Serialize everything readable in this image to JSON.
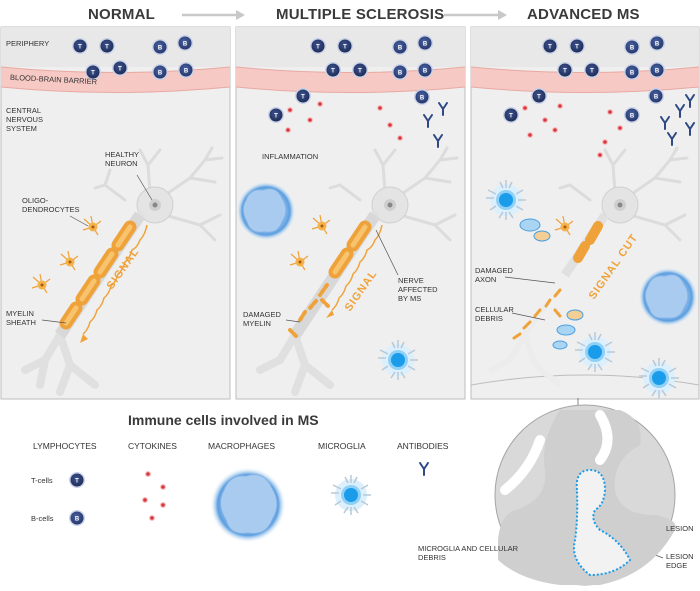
{
  "headers": {
    "normal": "NORMAL",
    "ms": "MULTIPLE SCLEROSIS",
    "advanced": "ADVANCED MS"
  },
  "panel1": {
    "periphery": "PERIPHERY",
    "bbb": "BLOOD-BRAIN BARRIER",
    "cns": "CENTRAL NERVOUS SYSTEM",
    "healthy_neuron": "HEALTHY NEURON",
    "oligodendrocytes": "OLIGO-DENDROCYTES",
    "myelin_sheath": "MYELIN SHEATH",
    "signal": "SIGNAL"
  },
  "panel2": {
    "inflammation": "INFLAMMATION",
    "nerve_affected": "NERVE AFFECTED BY MS",
    "damaged_myelin": "DAMAGED MYELIN",
    "signal": "SIGNAL"
  },
  "panel3": {
    "damaged_axon": "DAMAGED AXON",
    "cellular_debris": "CELLULAR DEBRIS",
    "signal_cut": "SIGNAL CUT"
  },
  "legend": {
    "title": "Immune cells involved in MS",
    "lymphocytes": "LYMPHOCYTES",
    "t_cells": "T-cells",
    "b_cells": "B-cells",
    "cytokines": "CYTOKINES",
    "macrophages": "MACROPHAGES",
    "microglia": "MICROGLIA",
    "antibodies": "ANTIBODIES",
    "t_letter": "T",
    "b_letter": "B",
    "antibody_glyph": "Y"
  },
  "inset": {
    "microglia_debris": "MICROGLIA AND CELLULAR DEBRIS",
    "lesion": "LESION",
    "lesion_edge": "LESION EDGE"
  },
  "colors": {
    "panel_bg": "#efefef",
    "bbb": "#f6c9c4",
    "lymphocyte": "#2d3f70",
    "myelin": "#f0a23a",
    "microglia": "#1a9cea",
    "cytokine": "#d9363e"
  }
}
